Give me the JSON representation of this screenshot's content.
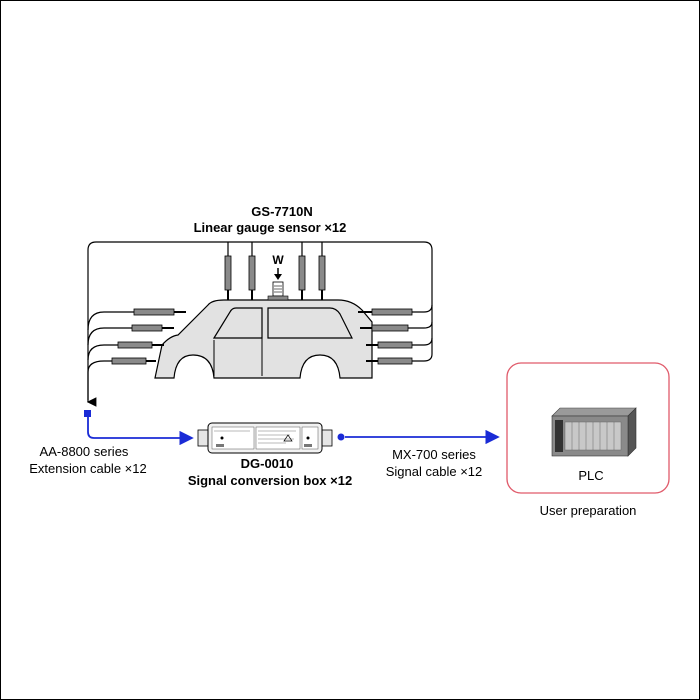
{
  "sensor": {
    "model": "GS-7710N",
    "description": "Linear gauge sensor ×12",
    "weight_marker": "W"
  },
  "extension_cable": {
    "series": "AA-8800 series",
    "description": "Extension cable ×12"
  },
  "converter": {
    "model": "DG-0010",
    "description": "Signal conversion box ×12"
  },
  "signal_cable": {
    "series": "MX-700 series",
    "description": "Signal cable ×12"
  },
  "plc": {
    "label": "PLC",
    "note": "User preparation"
  },
  "colors": {
    "cable": "#1a2bd6",
    "plc_border": "#e05a6a",
    "car_fill": "#e2e2e2",
    "sensor_fill": "#8a8a8a"
  }
}
